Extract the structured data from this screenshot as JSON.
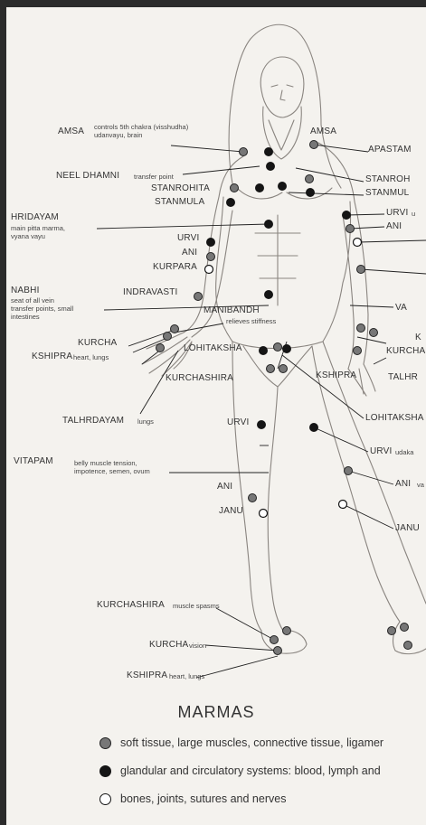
{
  "colors": {
    "soft_tissue": "#777777",
    "glandular": "#151515",
    "bones": "#ffffff",
    "page": "#f4f2ee"
  },
  "labels": {
    "amsa_left": "AMSA",
    "amsa_left_note": "controls 5th chakra (visshudha) udanvayu, brain",
    "neel_dhamni": "NEEL DHAMNI",
    "neel_dhamni_note": "transfer point",
    "stanrohita": "STANROHITA",
    "stanmula": "STANMULA",
    "hridayam": "HRIDAYAM",
    "hridayam_note": "main pitta marma, vyana vayu",
    "urvi_upper": "URVI",
    "ani_upper": "ANI",
    "kurpara": "KURPARA",
    "nabhi": "NABHI",
    "nabhi_note": "seat of all vein transfer points, small intestines",
    "indravasti": "INDRAVASTI",
    "manibandh": "MANIBANDH",
    "manibandh_note": "relieves stiffness",
    "kurcha_hand": "KURCHA",
    "lohitaksha": "LOHITAKSHA",
    "kshipra_hand": "KSHIPRA",
    "kshipra_hand_note": "heart, lungs",
    "kurchashira_hand": "KURCHASHIRA",
    "talhrdayam": "TALHRDAYAM",
    "talhrdayam_note": "lungs",
    "urvi_leg": "URVI",
    "vitapam": "VITAPAM",
    "vitapam_note": "belly muscle tension, impotence, semen, ovum",
    "ani_leg": "ANI",
    "janu": "JANU",
    "amsa_right": "AMSA",
    "apastam": "APASTAM",
    "stanroh_r": "STANROH",
    "stanmul_r": "STANMUL",
    "urvi_r": "URVI",
    "urvi_r_note": "u",
    "ani_r": "ANI",
    "va_r": "VA",
    "k_r": "K",
    "kurcha_r": "KURCHA",
    "kshipra_r": "KSHIPRA",
    "talhr_r": "TALHR",
    "lohitaksha_r": "LOHITAKSHA",
    "urvi_r_leg": "URVI",
    "urvi_r_leg_note": "udaka",
    "ani_r_leg": "ANI",
    "ani_r_leg_note": "va",
    "janu_r": "JANU",
    "kurchashira_foot": "KURCHASHIRA",
    "kurchashira_foot_note": "muscle spasms",
    "kurcha_foot": "KURCHA",
    "kurcha_foot_note": "vision",
    "kshipra_foot": "KSHIPRA",
    "kshipra_foot_note": "heart, lungs"
  },
  "title": "MARMAS",
  "legend": [
    {
      "icon": "grey-dot",
      "text": "soft tissue, large muscles, connective tissue, ligamer"
    },
    {
      "icon": "black-dot",
      "text": "glandular and circulatory systems: blood, lymph and"
    },
    {
      "icon": "white-dot",
      "text": "bones, joints, sutures and nerves"
    }
  ]
}
